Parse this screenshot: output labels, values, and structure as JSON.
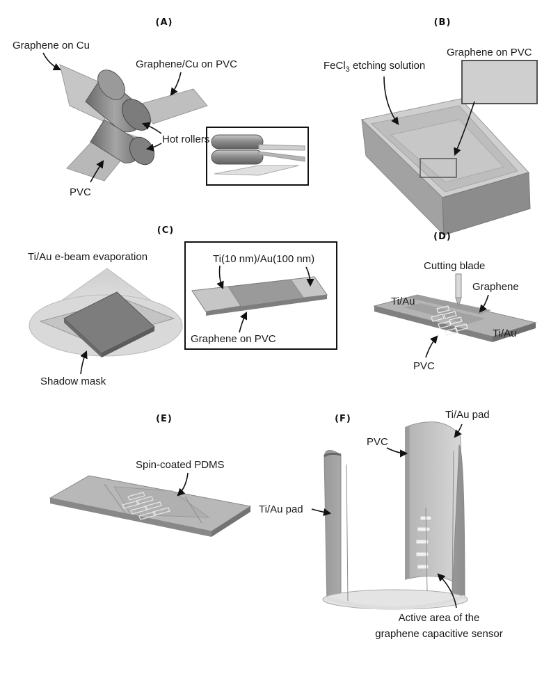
{
  "panels": {
    "a": {
      "label": "(A)",
      "graphene_on_cu": "Graphene on Cu",
      "graphene_cu_on_pvc": "Graphene/Cu on PVC",
      "hot_rollers": "Hot rollers",
      "pvc": "PVC"
    },
    "b": {
      "label": "(B)",
      "etching_prefix": "FeCl",
      "etching_sub": "3",
      "etching_suffix": " etching solution",
      "graphene_on_pvc": "Graphene on PVC"
    },
    "c": {
      "label": "(C)",
      "evaporation": "Ti/Au e-beam evaporation",
      "shadow_mask": "Shadow mask",
      "thickness": "Ti(10 nm)/Au(100 nm)",
      "graphene_on_pvc": "Graphene on PVC"
    },
    "d": {
      "label": "(D)",
      "cutting_blade": "Cutting blade",
      "graphene": "Graphene",
      "tiau_left": "Ti/Au",
      "tiau_right": "Ti/Au",
      "pvc": "PVC"
    },
    "e": {
      "label": "(E)",
      "pdms": "Spin-coated PDMS"
    },
    "f": {
      "label": "(F)",
      "tiau_pad_top": "Ti/Au pad",
      "pvc": "PVC",
      "tiau_pad_left": "Ti/Au pad",
      "active_line1": "Active area of the",
      "active_line2": "graphene capacitive sensor"
    }
  }
}
